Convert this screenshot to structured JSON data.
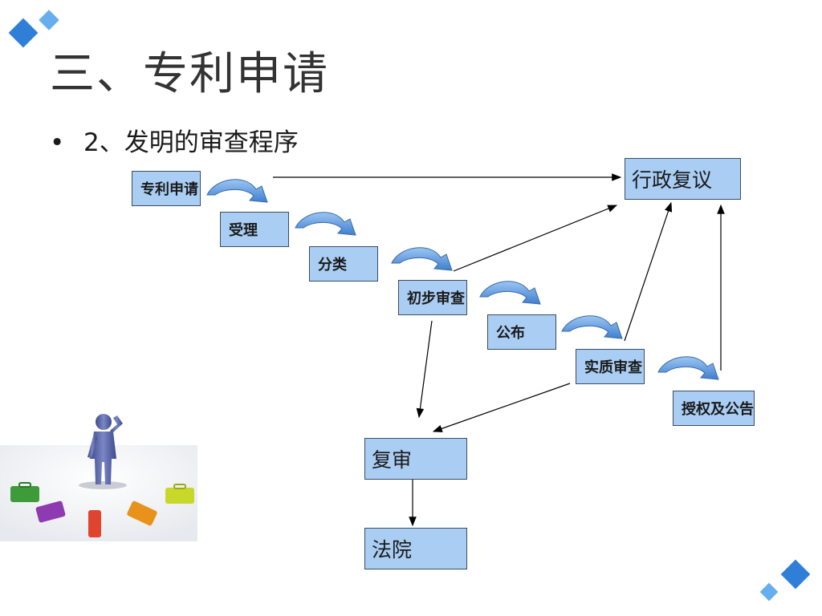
{
  "slide": {
    "title": "三、专利申请",
    "subtitle_bullet": "•",
    "subtitle": "2、发明的审查程序"
  },
  "diagram": {
    "nodes": {
      "application": "专利申请",
      "acceptance": "受理",
      "classification": "分类",
      "preliminary": "初步审查",
      "publication": "公布",
      "substantive": "实质审查",
      "grant": "授权及公告",
      "admin_review": "行政复议",
      "reexamination": "复审",
      "court": "法院"
    }
  },
  "colors": {
    "box_fill": "#a9cdf3",
    "box_border": "#3b4c63",
    "curved_arrow": "#5b8fd6",
    "diamond": "#3f8fe0"
  },
  "icons": [
    "diamond-decoration-icon",
    "thinking-person-with-suitcases-icon"
  ]
}
